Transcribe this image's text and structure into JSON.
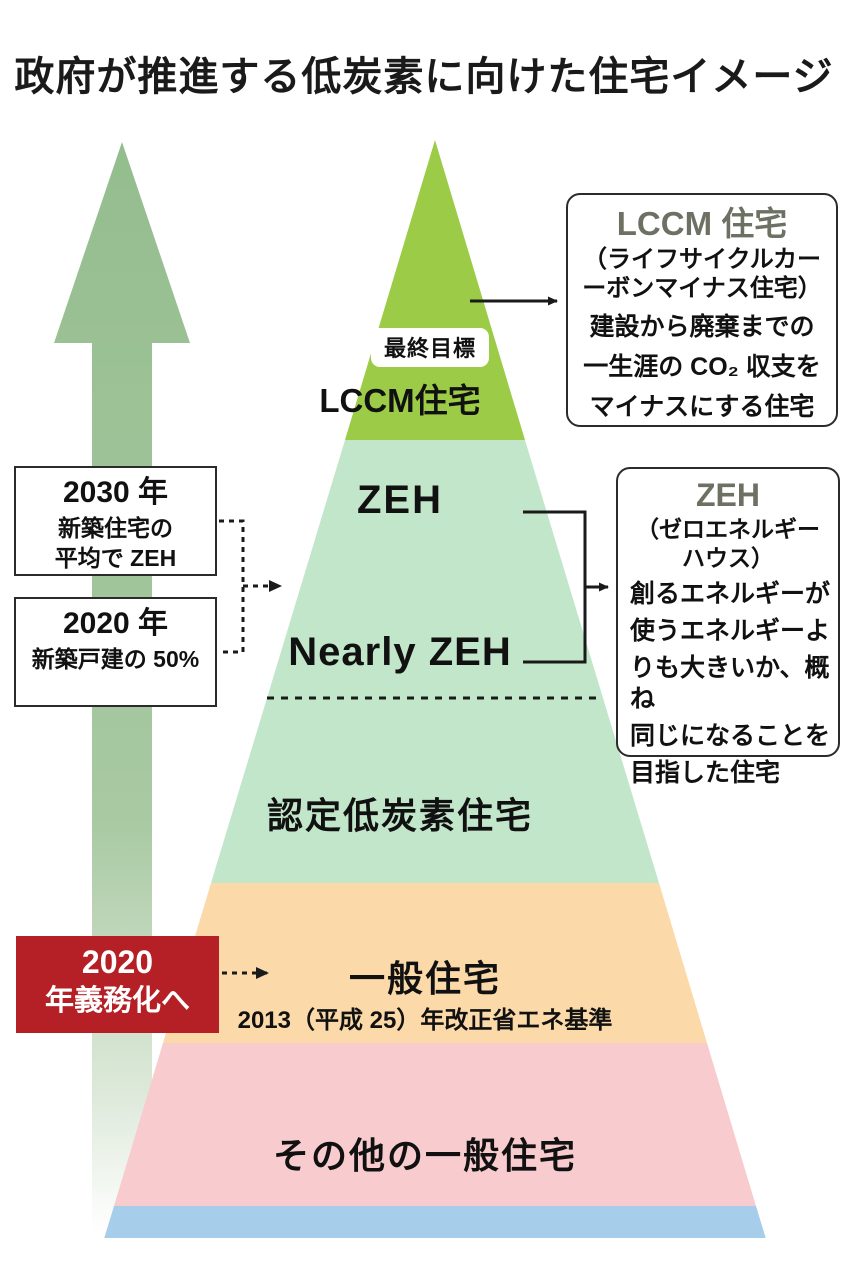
{
  "page": {
    "title": "政府が推進する低炭素に向けた住宅イメージ"
  },
  "pyramid": {
    "goal_badge": "最終目標",
    "layers": [
      {
        "id": "lccm",
        "label": "LCCM住宅",
        "color": "#9ccc47"
      },
      {
        "id": "zeh",
        "label": "ZEH",
        "color": "#c2e6ca"
      },
      {
        "id": "nzeh",
        "label": "Nearly ZEH",
        "color": "#c2e6ca"
      },
      {
        "id": "nintei",
        "label": "認定低炭素住宅",
        "color": "#fbd9a8"
      },
      {
        "id": "ippan",
        "label": "一般住宅",
        "sublabel": "2013（平成 25）年改正省エネ基準",
        "color": "#f8ccce"
      },
      {
        "id": "sonota",
        "label": "その他の一般住宅",
        "color": "#a6cdea"
      }
    ]
  },
  "callouts": {
    "lccm": {
      "head": "LCCM 住宅",
      "sub_line1": "（ライフサイクルカー",
      "sub_line2": "ーボンマイナス住宅）",
      "body_line1": "建設から廃棄までの",
      "body_line2": "一生涯の CO₂ 収支を",
      "body_line3": "マイナスにする住宅"
    },
    "zeh": {
      "head": "ZEH",
      "sub_line1": "（ゼロエネルギー",
      "sub_line2": "ハウス）",
      "body_line1": "創るエネルギーが",
      "body_line2": "使うエネルギーよ",
      "body_line3": "りも大きいか、概ね",
      "body_line4": "同じになることを",
      "body_line5": "目指した住宅"
    }
  },
  "year_boxes": [
    {
      "id": "y2030",
      "year": "2030 年",
      "line1": "新築住宅の",
      "line2": "平均で ZEH"
    },
    {
      "id": "y2020",
      "year": "2020 年",
      "line1": "新築戸建の 50%",
      "line2": ""
    }
  ],
  "mandate_box": {
    "line1": "2020",
    "line2": "年義務化へ",
    "color": "#b42025"
  },
  "colors": {
    "arrow_green": "#94bd8e",
    "apex_green": "#9ccc47",
    "mint": "#c2e6ca",
    "orange": "#fbd9a8",
    "pink": "#f8ccce",
    "blue": "#a6cdea",
    "callout_head": "#6c7163",
    "outline": "#2b2b2b"
  }
}
